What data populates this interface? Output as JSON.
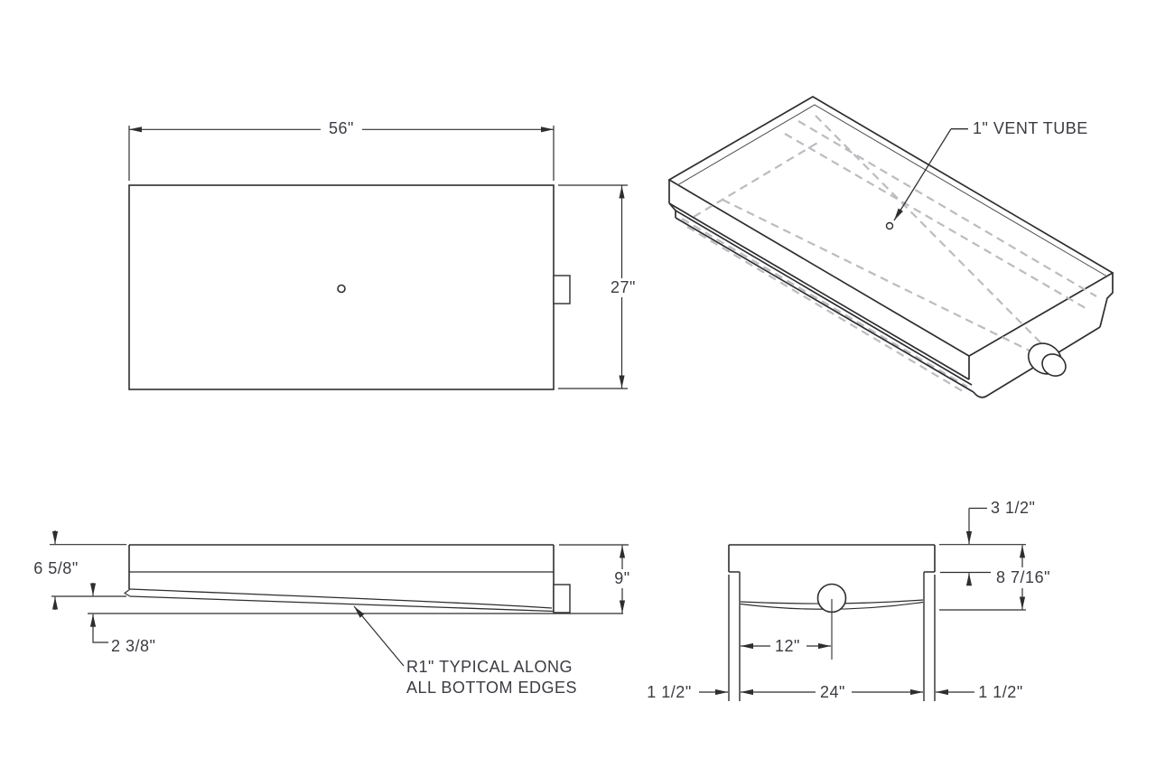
{
  "drawing": {
    "type": "technical-drawing",
    "subject": "holding tank multi-view drawing",
    "colors": {
      "background": "#ffffff",
      "outline": "#2e2e31",
      "thin_line": "#4a4a4e",
      "dashed_hidden": "#bcbcc0",
      "text": "#3b3b42"
    },
    "views": {
      "top": {
        "width_dim": "56\"",
        "height_dim": "27\""
      },
      "isometric": {
        "vent_label": "1\" VENT TUBE"
      },
      "side": {
        "left_height_dim": "6 5/8\"",
        "right_height_dim": "9\"",
        "bottom_offset_dim": "2 3/8\"",
        "radius_note_line1": "R1\" TYPICAL ALONG",
        "radius_note_line2": "ALL BOTTOM EDGES"
      },
      "end": {
        "top_inset_dim": "3 1/2\"",
        "depth_dim": "8 7/16\"",
        "drain_offset_dim": "12\"",
        "inner_width_dim": "24\"",
        "left_rail_dim": "1 1/2\"",
        "right_rail_dim": "1 1/2\""
      }
    }
  }
}
